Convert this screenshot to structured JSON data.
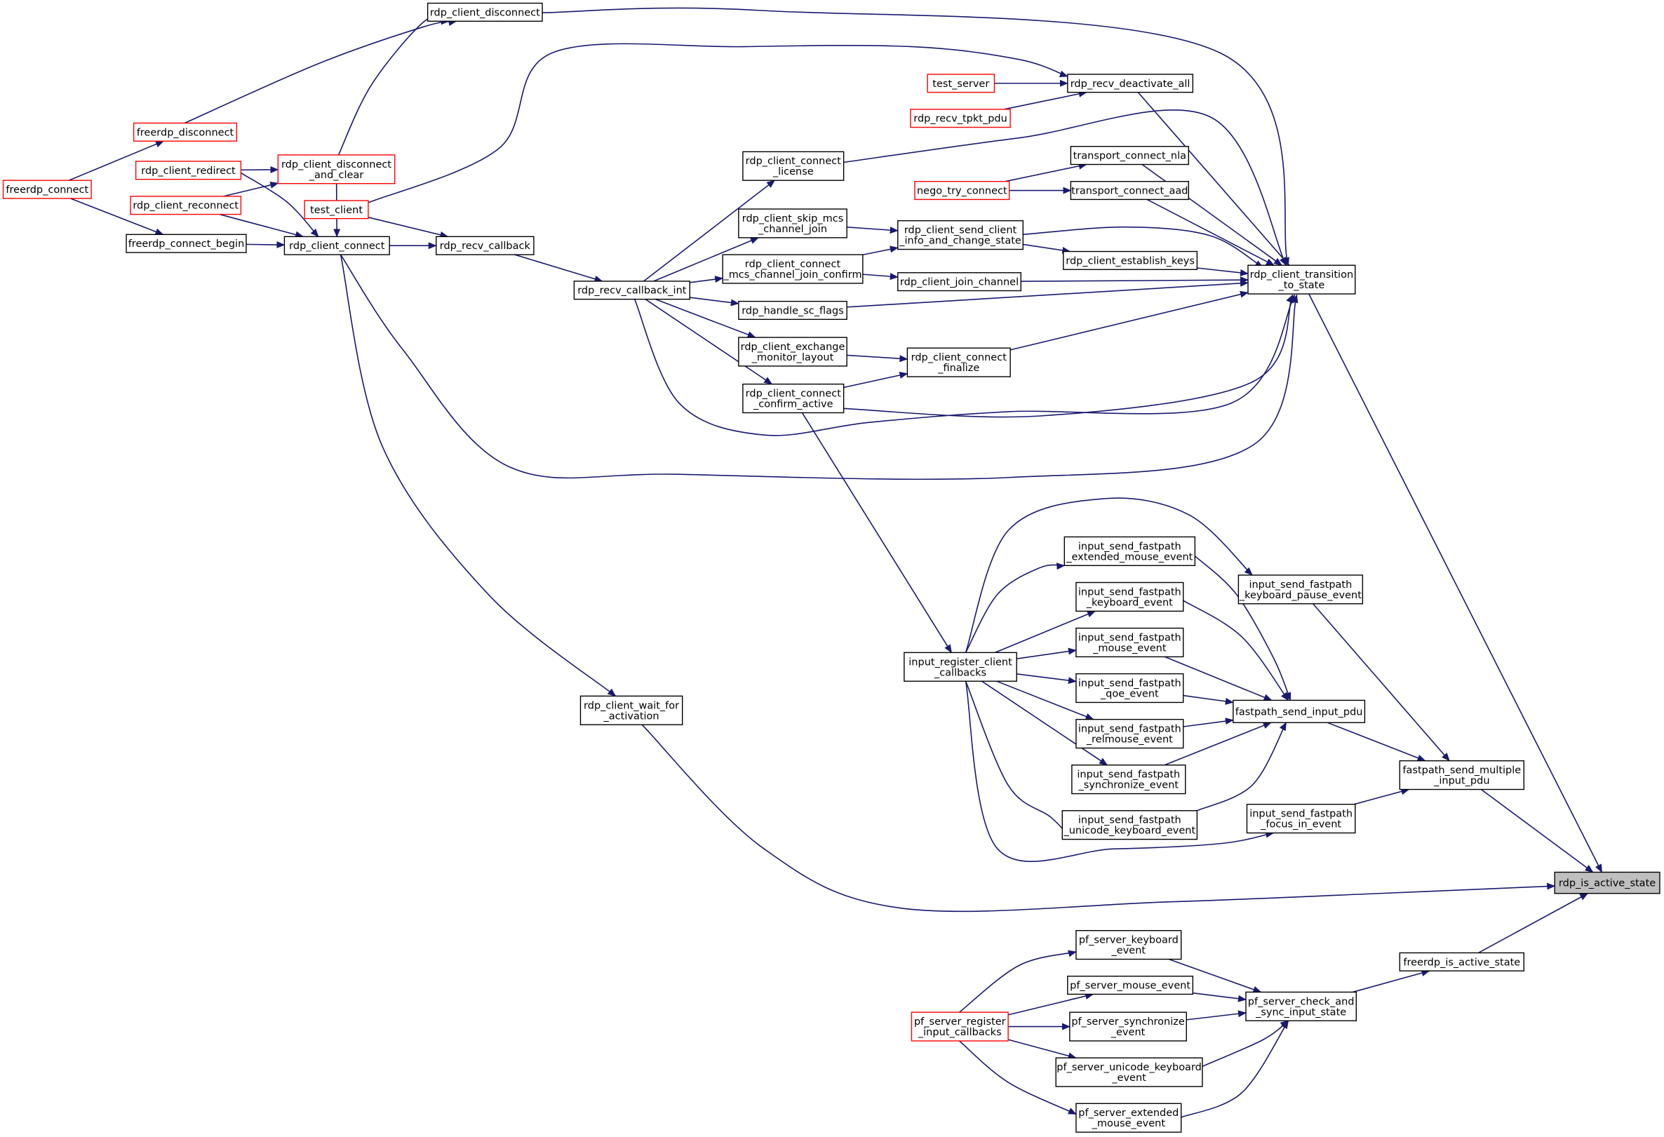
{
  "colors": {
    "edge": "#191970",
    "node_border": "#000000",
    "truncated_border": "#ff0000",
    "root_fill": "#bfbfbf",
    "node_fill": "#ffffff"
  },
  "nodes": [
    {
      "id": "root",
      "lines": [
        "rdp_is_active_state"
      ],
      "style": "root"
    },
    {
      "id": "transition",
      "lines": [
        "rdp_client_transition",
        "_to_state"
      ],
      "style": "normal"
    },
    {
      "id": "fp_multi",
      "lines": [
        "fastpath_send_multiple",
        "_input_pdu"
      ],
      "style": "normal"
    },
    {
      "id": "wait_act",
      "lines": [
        "rdp_client_wait_for",
        "_activation"
      ],
      "style": "normal"
    },
    {
      "id": "fr_active",
      "lines": [
        "freerdp_is_active_state"
      ],
      "style": "normal"
    },
    {
      "id": "pf_check",
      "lines": [
        "pf_server_check_and",
        "_sync_input_state"
      ],
      "style": "normal"
    },
    {
      "id": "disc",
      "lines": [
        "rdp_client_disconnect"
      ],
      "style": "normal"
    },
    {
      "id": "deact",
      "lines": [
        "rdp_recv_deactivate_all"
      ],
      "style": "normal"
    },
    {
      "id": "lic",
      "lines": [
        "rdp_client_connect",
        "_license"
      ],
      "style": "normal"
    },
    {
      "id": "nla",
      "lines": [
        "transport_connect_nla"
      ],
      "style": "normal"
    },
    {
      "id": "aad",
      "lines": [
        "transport_connect_aad"
      ],
      "style": "normal"
    },
    {
      "id": "sendinfo",
      "lines": [
        "rdp_client_send_client",
        "_info_and_change_state"
      ],
      "style": "normal"
    },
    {
      "id": "estkeys",
      "lines": [
        "rdp_client_establish_keys"
      ],
      "style": "normal"
    },
    {
      "id": "joinch",
      "lines": [
        "rdp_client_join_channel"
      ],
      "style": "normal"
    },
    {
      "id": "scflags",
      "lines": [
        "rdp_handle_sc_flags"
      ],
      "style": "normal"
    },
    {
      "id": "finalize",
      "lines": [
        "rdp_client_connect",
        "_finalize"
      ],
      "style": "normal"
    },
    {
      "id": "confirm",
      "lines": [
        "rdp_client_connect",
        "_confirm_active"
      ],
      "style": "normal"
    },
    {
      "id": "connect",
      "lines": [
        "rdp_client_connect"
      ],
      "style": "normal"
    },
    {
      "id": "recvint",
      "lines": [
        "rdp_recv_callback_int"
      ],
      "style": "normal"
    },
    {
      "id": "test_server",
      "lines": [
        "test_server"
      ],
      "style": "truncated"
    },
    {
      "id": "tpkt",
      "lines": [
        "rdp_recv_tpkt_pdu"
      ],
      "style": "truncated"
    },
    {
      "id": "skipmcs",
      "lines": [
        "rdp_client_skip_mcs",
        "_channel_join"
      ],
      "style": "normal"
    },
    {
      "id": "mcsjoin",
      "lines": [
        "rdp_client_connect",
        "_mcs_channel_join_confirm"
      ],
      "style": "normal"
    },
    {
      "id": "exmon",
      "lines": [
        "rdp_client_exchange",
        "_monitor_layout"
      ],
      "style": "normal"
    },
    {
      "id": "nego",
      "lines": [
        "nego_try_connect"
      ],
      "style": "truncated"
    },
    {
      "id": "recvcb",
      "lines": [
        "rdp_recv_callback"
      ],
      "style": "normal"
    },
    {
      "id": "test_client",
      "lines": [
        "test_client"
      ],
      "style": "truncated"
    },
    {
      "id": "discclear",
      "lines": [
        "rdp_client_disconnect",
        "_and_clear"
      ],
      "style": "truncated"
    },
    {
      "id": "redirect",
      "lines": [
        "rdp_client_redirect"
      ],
      "style": "truncated"
    },
    {
      "id": "reconnect",
      "lines": [
        "rdp_client_reconnect"
      ],
      "style": "truncated"
    },
    {
      "id": "cbegin",
      "lines": [
        "freerdp_connect_begin"
      ],
      "style": "normal"
    },
    {
      "id": "fdisc",
      "lines": [
        "freerdp_disconnect"
      ],
      "style": "truncated"
    },
    {
      "id": "fconnect",
      "lines": [
        "freerdp_connect"
      ],
      "style": "truncated"
    },
    {
      "id": "fp_send",
      "lines": [
        "fastpath_send_input_pdu"
      ],
      "style": "normal"
    },
    {
      "id": "kbpause",
      "lines": [
        "input_send_fastpath",
        "_keyboard_pause_event"
      ],
      "style": "normal"
    },
    {
      "id": "focusin",
      "lines": [
        "input_send_fastpath",
        "_focus_in_event"
      ],
      "style": "normal"
    },
    {
      "id": "extmouse",
      "lines": [
        "input_send_fastpath",
        "_extended_mouse_event"
      ],
      "style": "normal"
    },
    {
      "id": "kbevent",
      "lines": [
        "input_send_fastpath",
        "_keyboard_event"
      ],
      "style": "normal"
    },
    {
      "id": "mouseev",
      "lines": [
        "input_send_fastpath",
        "_mouse_event"
      ],
      "style": "normal"
    },
    {
      "id": "qoe",
      "lines": [
        "input_send_fastpath",
        "_qoe_event"
      ],
      "style": "normal"
    },
    {
      "id": "relmouse",
      "lines": [
        "input_send_fastpath",
        "_relmouse_event"
      ],
      "style": "normal"
    },
    {
      "id": "syncev",
      "lines": [
        "input_send_fastpath",
        "_synchronize_event"
      ],
      "style": "normal"
    },
    {
      "id": "unikb",
      "lines": [
        "input_send_fastpath",
        "_unicode_keyboard_event"
      ],
      "style": "normal"
    },
    {
      "id": "regcb",
      "lines": [
        "input_register_client",
        "_callbacks"
      ],
      "style": "normal"
    },
    {
      "id": "pf_kb",
      "lines": [
        "pf_server_keyboard",
        "_event"
      ],
      "style": "normal"
    },
    {
      "id": "pf_mouse",
      "lines": [
        "pf_server_mouse_event"
      ],
      "style": "normal"
    },
    {
      "id": "pf_sync",
      "lines": [
        "pf_server_synchronize",
        "_event"
      ],
      "style": "normal"
    },
    {
      "id": "pf_unikb",
      "lines": [
        "pf_server_unicode_keyboard",
        "_event"
      ],
      "style": "normal"
    },
    {
      "id": "pf_extmouse",
      "lines": [
        "pf_server_extended",
        "_mouse_event"
      ],
      "style": "normal"
    },
    {
      "id": "pf_reg",
      "lines": [
        "pf_server_register",
        "_input_callbacks"
      ],
      "style": "truncated"
    }
  ],
  "edges": [
    [
      "transition",
      "root"
    ],
    [
      "fp_multi",
      "root"
    ],
    [
      "wait_act",
      "root"
    ],
    [
      "fr_active",
      "root"
    ],
    [
      "pf_check",
      "fr_active"
    ],
    [
      "disc",
      "transition"
    ],
    [
      "deact",
      "transition"
    ],
    [
      "lic",
      "transition"
    ],
    [
      "nla",
      "transition"
    ],
    [
      "aad",
      "transition"
    ],
    [
      "sendinfo",
      "transition"
    ],
    [
      "estkeys",
      "transition"
    ],
    [
      "joinch",
      "transition"
    ],
    [
      "scflags",
      "transition"
    ],
    [
      "finalize",
      "transition"
    ],
    [
      "confirm",
      "transition"
    ],
    [
      "recvint",
      "transition"
    ],
    [
      "connect",
      "transition"
    ],
    [
      "discclear",
      "disc"
    ],
    [
      "fdisc",
      "disc"
    ],
    [
      "test_server",
      "deact"
    ],
    [
      "tpkt",
      "deact"
    ],
    [
      "test_client",
      "deact"
    ],
    [
      "recvint",
      "lic"
    ],
    [
      "nego",
      "nla"
    ],
    [
      "nego",
      "aad"
    ],
    [
      "skipmcs",
      "sendinfo"
    ],
    [
      "mcsjoin",
      "sendinfo"
    ],
    [
      "sendinfo",
      "estkeys"
    ],
    [
      "mcsjoin",
      "joinch"
    ],
    [
      "recvint",
      "scflags"
    ],
    [
      "exmon",
      "finalize"
    ],
    [
      "confirm",
      "finalize"
    ],
    [
      "recvint",
      "skipmcs"
    ],
    [
      "recvint",
      "mcsjoin"
    ],
    [
      "recvint",
      "exmon"
    ],
    [
      "recvint",
      "confirm"
    ],
    [
      "recvcb",
      "recvint"
    ],
    [
      "connect",
      "recvcb"
    ],
    [
      "test_client",
      "recvcb"
    ],
    [
      "discclear",
      "connect"
    ],
    [
      "redirect",
      "connect"
    ],
    [
      "reconnect",
      "connect"
    ],
    [
      "cbegin",
      "connect"
    ],
    [
      "redirect",
      "discclear"
    ],
    [
      "reconnect",
      "discclear"
    ],
    [
      "fconnect",
      "fdisc"
    ],
    [
      "fconnect",
      "cbegin"
    ],
    [
      "connect",
      "wait_act"
    ],
    [
      "fp_send",
      "fp_multi"
    ],
    [
      "kbpause",
      "fp_multi"
    ],
    [
      "focusin",
      "fp_multi"
    ],
    [
      "extmouse",
      "fp_send"
    ],
    [
      "kbevent",
      "fp_send"
    ],
    [
      "mouseev",
      "fp_send"
    ],
    [
      "qoe",
      "fp_send"
    ],
    [
      "relmouse",
      "fp_send"
    ],
    [
      "syncev",
      "fp_send"
    ],
    [
      "unikb",
      "fp_send"
    ],
    [
      "regcb",
      "extmouse"
    ],
    [
      "regcb",
      "kbevent"
    ],
    [
      "regcb",
      "mouseev"
    ],
    [
      "regcb",
      "qoe"
    ],
    [
      "regcb",
      "relmouse"
    ],
    [
      "regcb",
      "syncev"
    ],
    [
      "regcb",
      "unikb"
    ],
    [
      "regcb",
      "kbpause"
    ],
    [
      "regcb",
      "focusin"
    ],
    [
      "confirm",
      "regcb"
    ],
    [
      "pf_kb",
      "pf_check"
    ],
    [
      "pf_mouse",
      "pf_check"
    ],
    [
      "pf_sync",
      "pf_check"
    ],
    [
      "pf_unikb",
      "pf_check"
    ],
    [
      "pf_extmouse",
      "pf_check"
    ],
    [
      "pf_reg",
      "pf_kb"
    ],
    [
      "pf_reg",
      "pf_mouse"
    ],
    [
      "pf_reg",
      "pf_sync"
    ],
    [
      "pf_reg",
      "pf_unikb"
    ],
    [
      "pf_reg",
      "pf_extmouse"
    ]
  ]
}
